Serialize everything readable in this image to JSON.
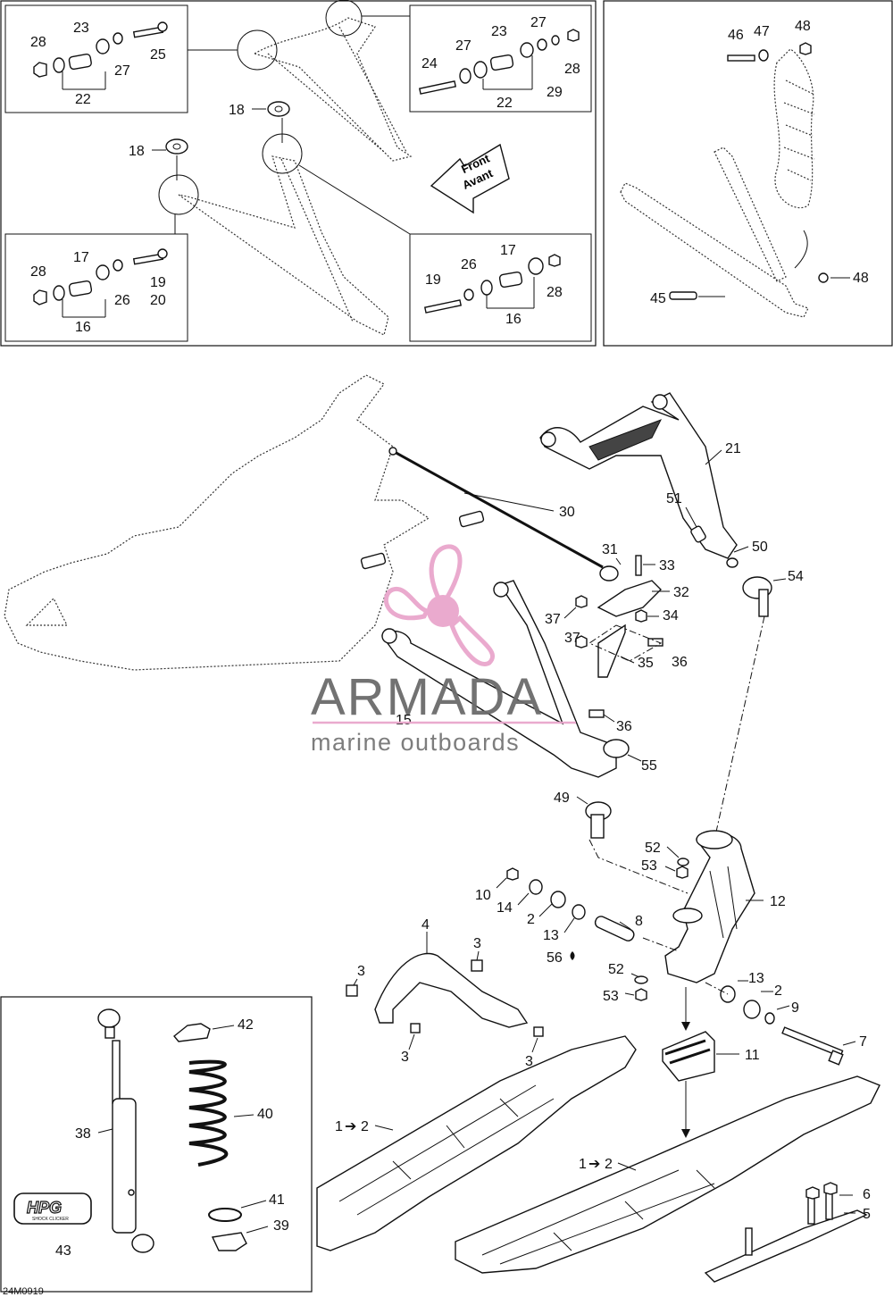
{
  "diagram_code": "24M0919",
  "front_arrow": {
    "line1": "Front",
    "line2": "Avant"
  },
  "watermark": {
    "title": "ARMADA",
    "subtitle": "marine outboards",
    "color": "#e9a6cc"
  },
  "hpg_logo": {
    "text": "HPG",
    "subtext": "SHOCK CLICKER"
  },
  "callouts": {
    "p28a": "28",
    "p23a": "23",
    "p25": "25",
    "p27a": "27",
    "p22a": "22",
    "p24": "24",
    "p27b": "27",
    "p23b": "23",
    "p27c": "27",
    "p28b": "28",
    "p29": "29",
    "p22b": "22",
    "p18a": "18",
    "p18b": "18",
    "p28c": "28",
    "p17a": "17",
    "p19a": "19",
    "p20": "20",
    "p26a": "26",
    "p16a": "16",
    "p19b": "19",
    "p26b": "26",
    "p17b": "17",
    "p28d": "28",
    "p16b": "16",
    "p46": "46",
    "p47": "47",
    "p48a": "48",
    "p48b": "48",
    "p45": "45",
    "p21": "21",
    "p30": "30",
    "p51": "51",
    "p50": "50",
    "p54": "54",
    "p31": "31",
    "p33": "33",
    "p32": "32",
    "p37a": "37",
    "p34": "34",
    "p37b": "37",
    "p35": "35",
    "p36a": "36",
    "p36b": "36",
    "p15": "15",
    "p55": "55",
    "p49": "49",
    "p52a": "52",
    "p53a": "53",
    "p12": "12",
    "p10": "10",
    "p14": "14",
    "p2a": "2",
    "p13a": "13",
    "p8": "8",
    "p56": "56",
    "p4": "4",
    "p3a": "3",
    "p3b": "3",
    "p3c": "3",
    "p3d": "3",
    "p52b": "52",
    "p53b": "53",
    "p13b": "13",
    "p2b": "2",
    "p9": "9",
    "p7": "7",
    "p11": "11",
    "p1a": "1",
    "p2c": "2",
    "p1b": "1",
    "p2d": "2",
    "p6": "6",
    "p5": "5",
    "p42": "42",
    "p40": "40",
    "p38": "38",
    "p41": "41",
    "p39": "39",
    "p43": "43"
  }
}
